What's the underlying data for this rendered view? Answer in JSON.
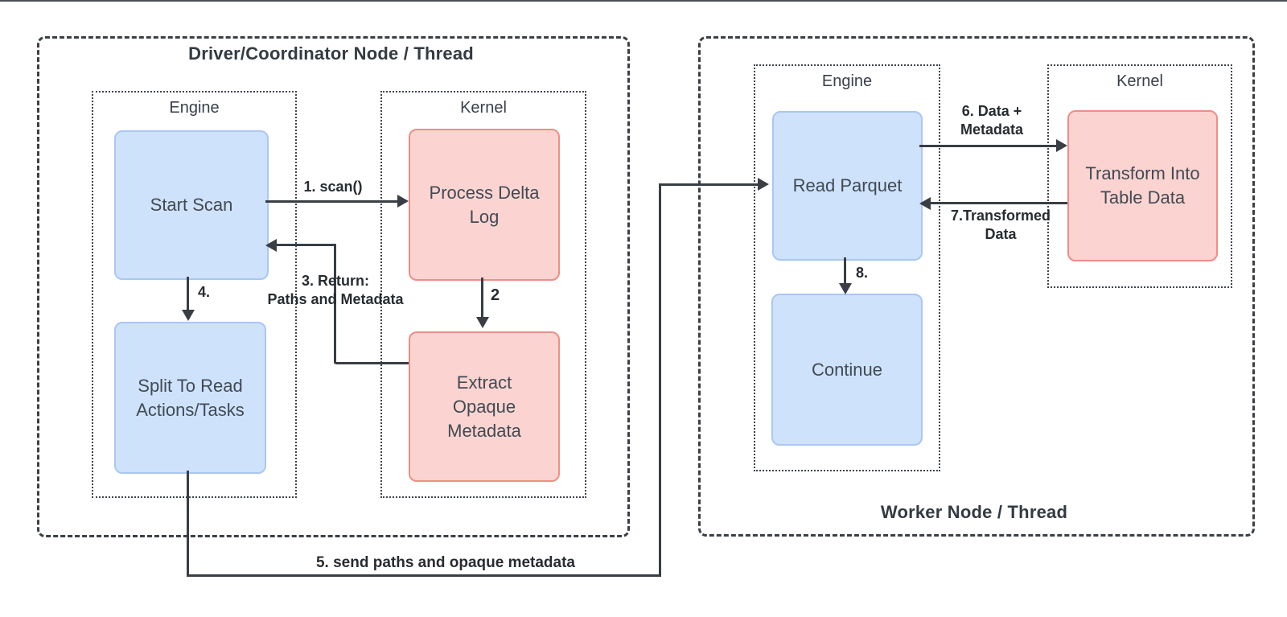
{
  "colors": {
    "background": "#ffffff",
    "dashed_border": "#3a4046",
    "dotted_border": "#3f454c",
    "connector": "#383e44",
    "blue_fill": "#cfe2fb",
    "blue_stroke": "#a9c7f2",
    "pink_fill": "#fbd4d1",
    "pink_stroke": "#ee8e86",
    "node_text": "#414a54",
    "label_text": "#272c31"
  },
  "left_group": {
    "title": "Driver/Coordinator Node / Thread",
    "engine_label": "Engine",
    "kernel_label": "Kernel",
    "start_scan": "Start Scan",
    "process_delta_log": {
      "line1": "Process Delta",
      "line2": "Log"
    },
    "split_to_read": {
      "line1": "Split To Read",
      "line2": "Actions/Tasks"
    },
    "extract_opaque": {
      "line1": "Extract",
      "line2": "Opaque",
      "line3": "Metadata"
    }
  },
  "right_group": {
    "title": "Worker Node / Thread",
    "engine_label": "Engine",
    "kernel_label": "Kernel",
    "read_parquet": "Read Parquet",
    "transform": {
      "line1": "Transform Into",
      "line2": "Table Data"
    },
    "continue_node": "Continue"
  },
  "arrows": {
    "a1": "1. scan()",
    "a2": "2",
    "a3": {
      "line1": "3. Return:",
      "line2": "Paths and Metadata"
    },
    "a4": "4.",
    "a5": "5. send paths and opaque metadata",
    "a6": {
      "line1": "6. Data +",
      "line2": "Metadata"
    },
    "a7": {
      "line1": "7.Transformed",
      "line2": "Data"
    },
    "a8": "8."
  }
}
